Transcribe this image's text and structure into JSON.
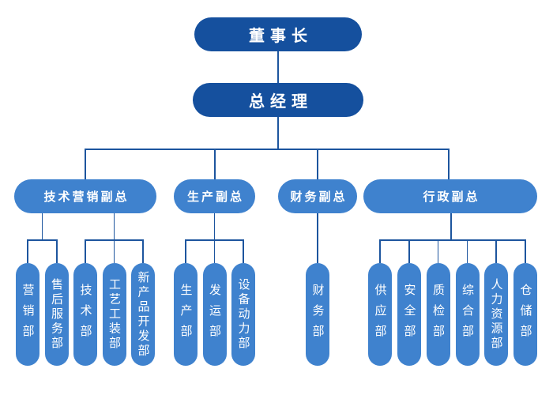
{
  "colors": {
    "executive_node_fill": "#15509E",
    "branch_node_fill": "#3F82CE",
    "connector_line": "#1D559E",
    "node_text": "#FFFFFF",
    "background": "#FFFFFF"
  },
  "org": {
    "chairman": {
      "label": "董事长"
    },
    "general_manager": {
      "label": "总经理"
    },
    "branches": [
      {
        "label": "技术营销副总",
        "departments": [
          "营销部",
          "售后服务部",
          "技术部",
          "工艺工装部",
          "新产品开发部"
        ]
      },
      {
        "label": "生产副总",
        "departments": [
          "生产部",
          "发运部",
          "设备动力部"
        ]
      },
      {
        "label": "财务副总",
        "departments": [
          "财务部"
        ]
      },
      {
        "label": "行政副总",
        "departments": [
          "供应部",
          "安全部",
          "质检部",
          "综合部",
          "人力资源部",
          "仓储部"
        ]
      }
    ]
  }
}
